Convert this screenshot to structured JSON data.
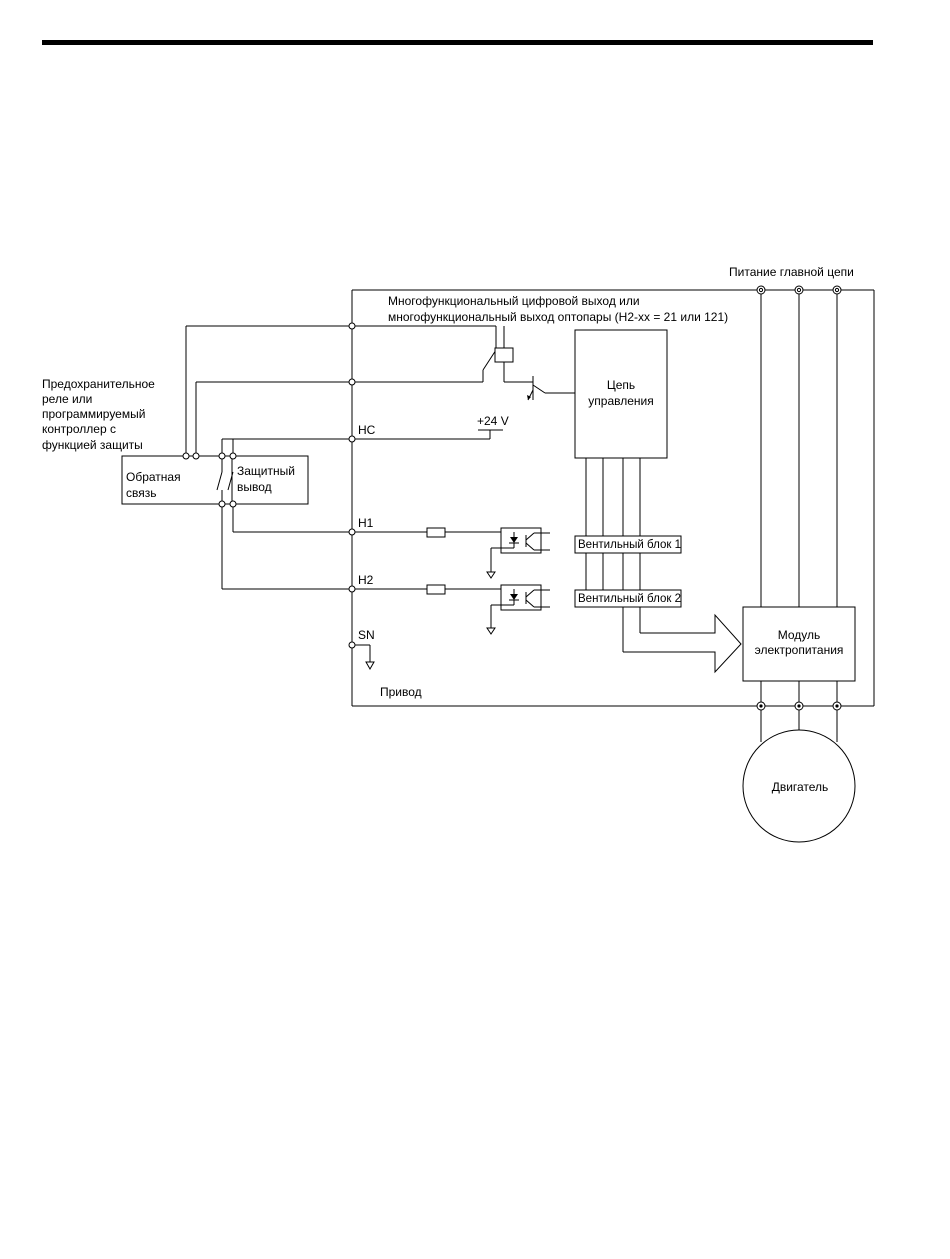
{
  "labels": {
    "main_power": "Питание главной цепи",
    "mfdo_line1": "Многофункциональный цифровой выход или",
    "mfdo_line2": "многофункциональный выход оптопары (H2-xx = 21 или 121)",
    "safety_relay_line1": "Предохранительное",
    "safety_relay_line2": "реле или",
    "safety_relay_line3": "программируемый",
    "safety_relay_line4": "контроллер с",
    "safety_relay_line5": "функцией защиты",
    "feedback_line1": "Обратная",
    "feedback_line2": "связь",
    "safety_out_line1": "Защитный",
    "safety_out_line2": "вывод",
    "control_line1": "Цепь",
    "control_line2": "управления",
    "terminal_hc": "HC",
    "supply_24v": "+24 V",
    "terminal_h1": "H1",
    "terminal_h2": "H2",
    "terminal_sn": "SN",
    "gate_block_1": "Вентильный блок 1",
    "gate_block_2": "Вентильный блок 2",
    "power_module_line1": "Модуль",
    "power_module_line2": "электропитания",
    "drive": "Привод",
    "motor": "Двигатель"
  }
}
